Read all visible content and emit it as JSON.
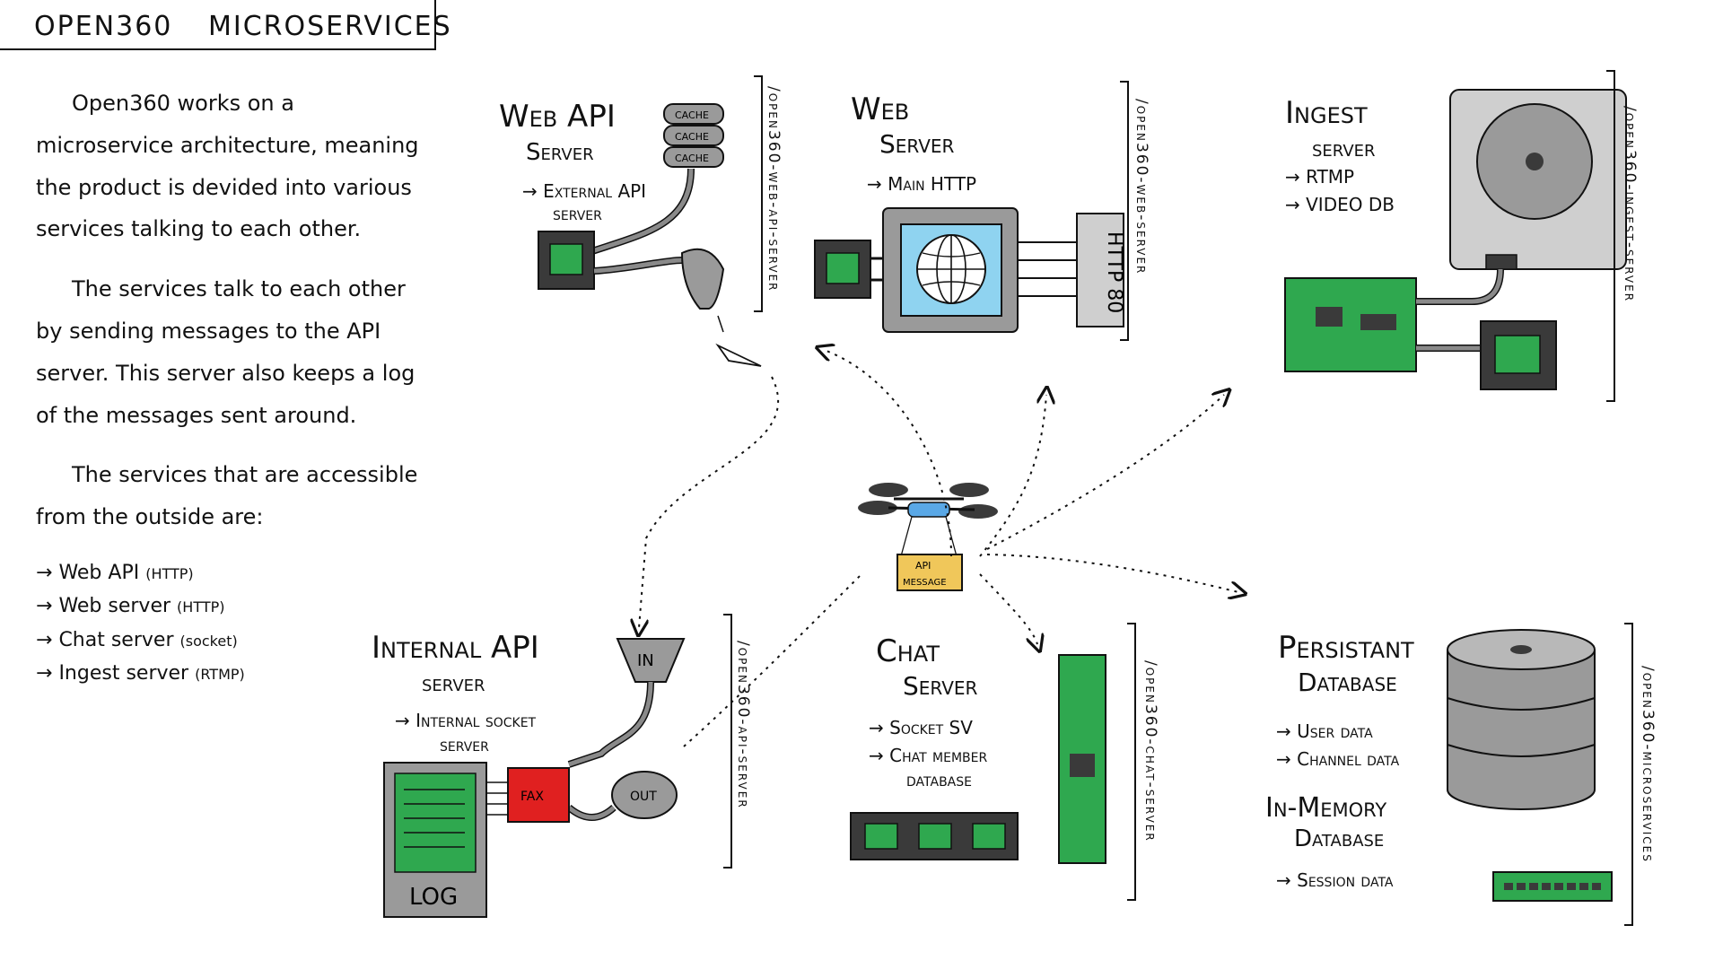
{
  "header": {
    "title_left": "OPEN360",
    "title_right": "MICROSERVICES"
  },
  "intro": {
    "p1": "Open360 works on a microservice architecture, meaning the product is devided into various services talking to each other.",
    "p2": "The services talk to each other by sending messages to the API server. This server also keeps a log of the messages sent around.",
    "p3": "The services that are accessible from the outside are:",
    "accessible": [
      {
        "name": "Web API",
        "proto": "(HTTP)"
      },
      {
        "name": "Web server",
        "proto": "(HTTP)"
      },
      {
        "name": "Chat server",
        "proto": "(socket)"
      },
      {
        "name": "Ingest server",
        "proto": "(RTMP)"
      }
    ]
  },
  "services": {
    "web_api": {
      "title_1": "Web API",
      "title_2": "Server",
      "detail_1": "External API",
      "detail_2": "server",
      "label": "/open360-web-api-server",
      "cache": "CACHE"
    },
    "web_server": {
      "title_1": "Web",
      "title_2": "Server",
      "detail": "Main HTTP",
      "label": "/open360-web-server",
      "port": "HTTP 80"
    },
    "ingest": {
      "title_1": "Ingest",
      "title_2": "server",
      "detail_1": "RTMP",
      "detail_2": "VIDEO DB",
      "label": "/open360-ingest-server"
    },
    "internal_api": {
      "title_1": "Internal API",
      "title_2": "server",
      "detail_1": "Internal socket",
      "detail_2": "server",
      "label": "/open360-api-server",
      "in": "IN",
      "out": "OUT",
      "log": "LOG",
      "fax": "FAX"
    },
    "chat": {
      "title_1": "Chat",
      "title_2": "Server",
      "detail_1": "Socket SV",
      "detail_2": "Chat member",
      "detail_3": "database",
      "label": "/open360-chat-server"
    },
    "database": {
      "title_1": "Persistant",
      "title_2": "Database",
      "detail_1": "User data",
      "detail_2": "Channel data",
      "title_3": "In-Memory",
      "title_4": "Database",
      "detail_3": "Session data",
      "label": "/open360-microservices"
    }
  },
  "drone": {
    "package_line_1": "API",
    "package_line_2": "MESSAGE"
  },
  "colors": {
    "green": "#2fa84f",
    "gray": "#9a9a9a",
    "dark": "#3a3a3a",
    "blue": "#8fd3f0",
    "red": "#e02020",
    "yellow": "#f0c75a"
  }
}
